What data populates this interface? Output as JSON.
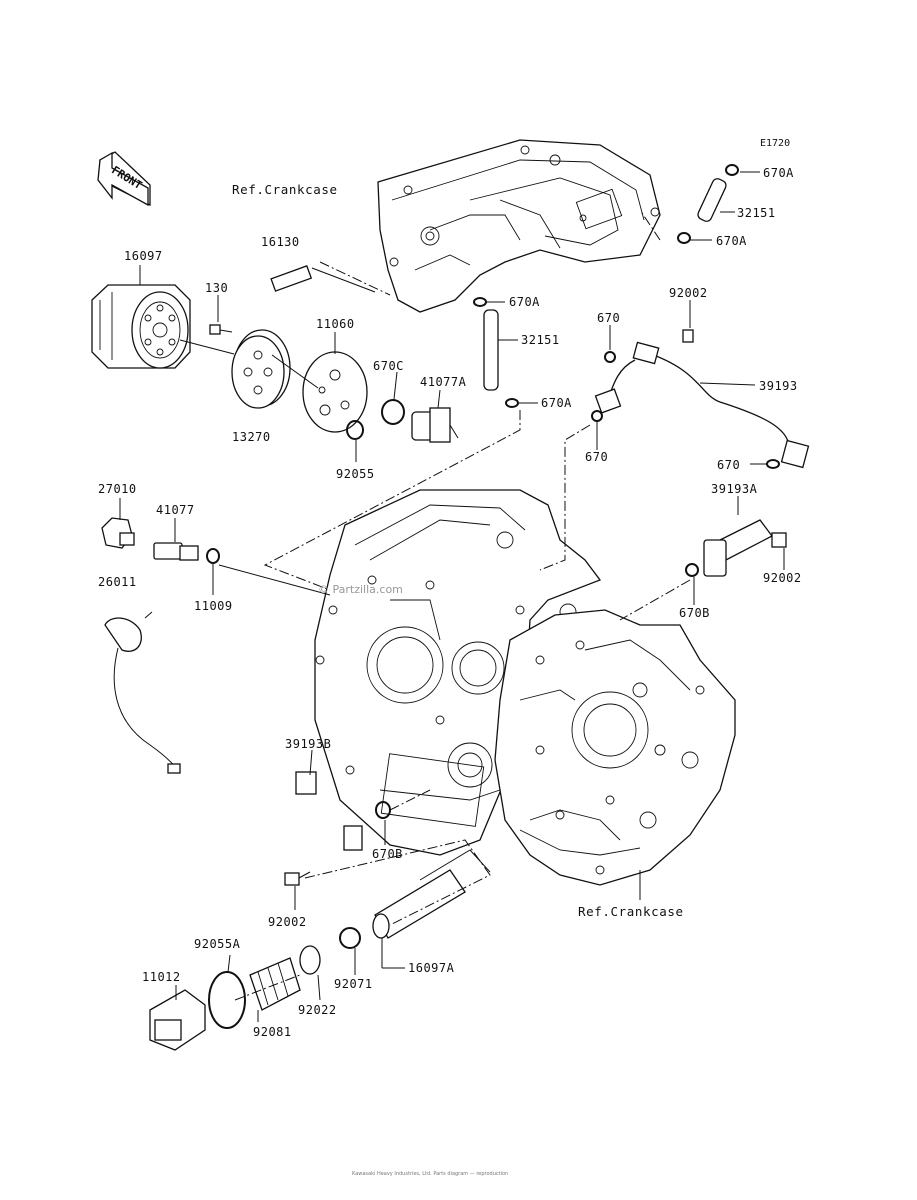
{
  "diagram_code": "E1720",
  "front_label": "FRONT",
  "watermark": "© Partzilla.com",
  "footer_text": "Kawasaki Heavy Industries, Ltd. Parts diagram — reproduction",
  "ref_labels": {
    "top": "Ref.Crankcase",
    "bottom": "Ref.Crankcase"
  },
  "part_labels": {
    "p16097": "16097",
    "p130": "130",
    "p16130": "16130",
    "p11060": "11060",
    "p670C": "670C",
    "p41077A": "41077A",
    "p13270": "13270",
    "p92055": "92055",
    "p27010": "27010",
    "p41077": "41077",
    "p26011": "26011",
    "p11009": "11009",
    "p670A_1": "670A",
    "p32151_1": "32151",
    "p670A_2": "670A",
    "p670A_3": "670A",
    "p32151_2": "32151",
    "p670A_4": "670A",
    "p92002_1": "92002",
    "p670_1": "670",
    "p39193": "39193",
    "p670_2": "670",
    "p670_3": "670",
    "p39193A": "39193A",
    "p92002_2": "92002",
    "p670B_1": "670B",
    "p39193B": "39193B",
    "p670B_2": "670B",
    "p92002_3": "92002",
    "p92055A": "92055A",
    "p11012": "11012",
    "p92022": "92022",
    "p92081": "92081",
    "p92071": "92071",
    "p16097A": "16097A"
  }
}
